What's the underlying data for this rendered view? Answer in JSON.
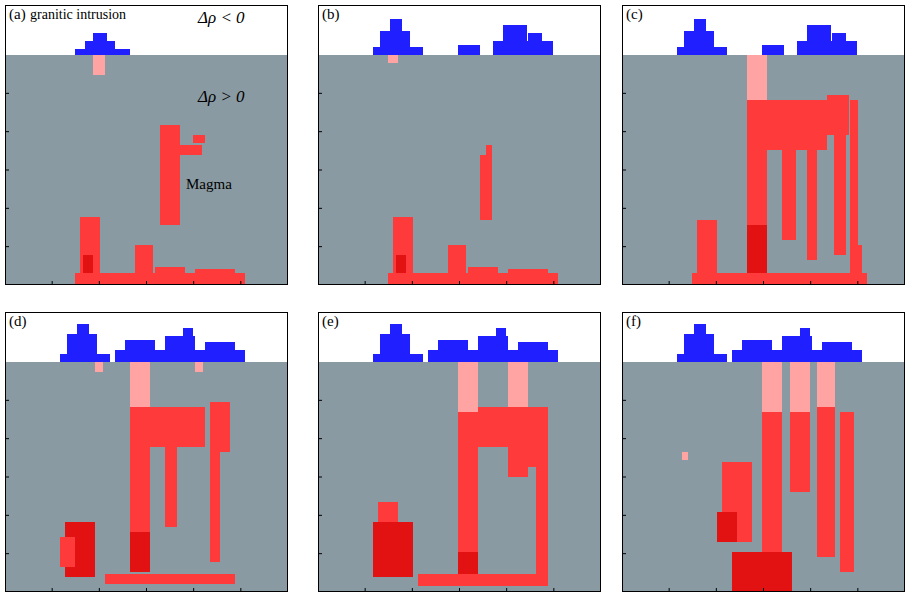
{
  "diagram": {
    "labels": [
      "(a)",
      "granitic intrusion",
      "Δρ < 0",
      "Δρ > 0",
      "Magma",
      "(b)",
      "(c)",
      "(d)",
      "(e)",
      "(f)"
    ]
  }
}
